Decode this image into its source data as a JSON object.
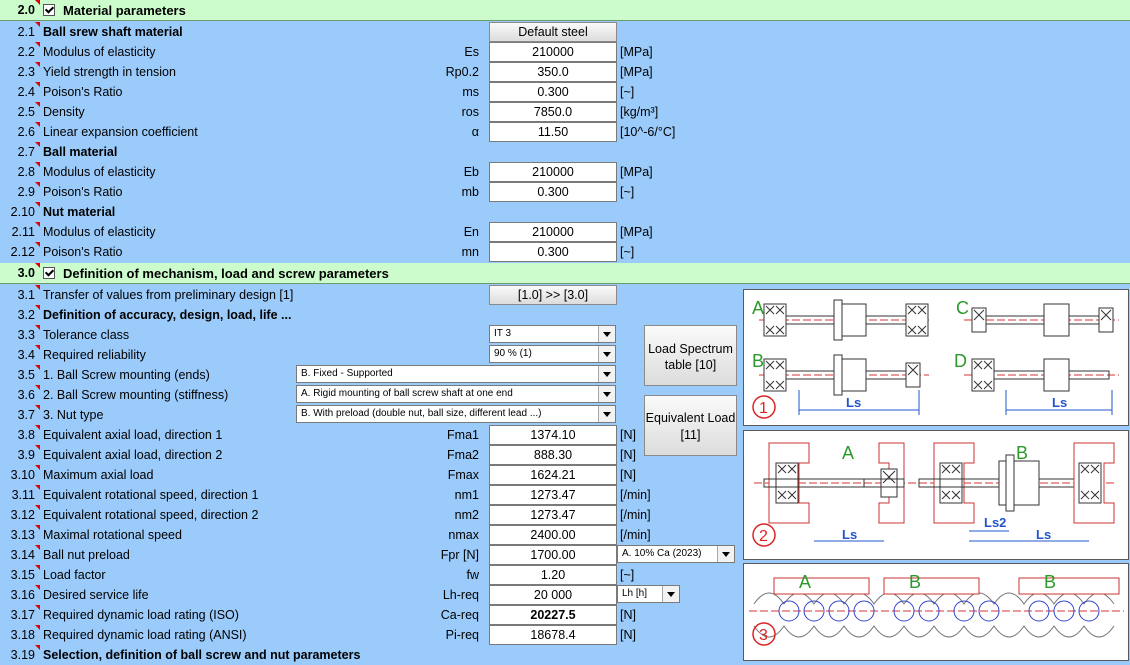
{
  "sec20": {
    "num": "2.0",
    "title": "Material parameters"
  },
  "r21": {
    "num": "2.1",
    "label": "Ball srew shaft material",
    "button": "Default steel"
  },
  "r22": {
    "num": "2.2",
    "label": "Modulus of elasticity",
    "sym": "Es",
    "val": "210000",
    "unit": "[MPa]"
  },
  "r23": {
    "num": "2.3",
    "label": "Yield strength in tension",
    "sym": "Rp0.2",
    "val": "350.0",
    "unit": "[MPa]"
  },
  "r24": {
    "num": "2.4",
    "label": "Poison's Ratio",
    "sym": "ms",
    "val": "0.300",
    "unit": "[~]"
  },
  "r25": {
    "num": "2.5",
    "label": "Density",
    "sym": "ros",
    "val": "7850.0",
    "unit": "[kg/m³]"
  },
  "r26": {
    "num": "2.6",
    "label": "Linear expansion coefficient",
    "sym": "α",
    "val": "11.50",
    "unit": "[10^-6/°C]"
  },
  "r27": {
    "num": "2.7",
    "label": "Ball material"
  },
  "r28": {
    "num": "2.8",
    "label": "Modulus of elasticity",
    "sym": "Eb",
    "val": "210000",
    "unit": "[MPa]"
  },
  "r29": {
    "num": "2.9",
    "label": "Poison's Ratio",
    "sym": "mb",
    "val": "0.300",
    "unit": "[~]"
  },
  "r210": {
    "num": "2.10",
    "label": "Nut material"
  },
  "r211": {
    "num": "2.11",
    "label": "Modulus of elasticity",
    "sym": "En",
    "val": "210000",
    "unit": "[MPa]"
  },
  "r212": {
    "num": "2.12",
    "label": "Poison's Ratio",
    "sym": "mn",
    "val": "0.300",
    "unit": "[~]"
  },
  "sec30": {
    "num": "3.0",
    "title": "Definition of mechanism, load and screw parameters"
  },
  "r31": {
    "num": "3.1",
    "label": "Transfer of values from preliminary design [1]",
    "button": "[1.0] >> [3.0]"
  },
  "r32": {
    "num": "3.2",
    "label": "Definition of accuracy, design, load, life ..."
  },
  "r33": {
    "num": "3.3",
    "label": "Tolerance class",
    "dd": "IT 3"
  },
  "r34": {
    "num": "3.4",
    "label": "Required reliability",
    "dd": "90 % (1)"
  },
  "r35": {
    "num": "3.5",
    "label": "1. Ball Screw mounting (ends)",
    "dd": "B. Fixed - Supported"
  },
  "r36": {
    "num": "3.6",
    "label": "2. Ball Screw mounting (stiffness)",
    "dd": "A. Rigid mounting of ball screw shaft at one end"
  },
  "r37": {
    "num": "3.7",
    "label": "3. Nut type",
    "dd": "B. With preload (double nut, ball size, different lead ...)"
  },
  "r38": {
    "num": "3.8",
    "label": "Equivalent axial load, direction 1",
    "sym": "Fma1",
    "val": "1374.10",
    "unit": "[N]"
  },
  "r39": {
    "num": "3.9",
    "label": "Equivalent axial load, direction 2",
    "sym": "Fma2",
    "val": "888.30",
    "unit": "[N]"
  },
  "r310": {
    "num": "3.10",
    "label": "Maximum axial load",
    "sym": "Fmax",
    "val": "1624.21",
    "unit": "[N]"
  },
  "r311": {
    "num": "3.11",
    "label": "Equivalent rotational speed, direction 1",
    "sym": "nm1",
    "val": "1273.47",
    "unit": "[/min]"
  },
  "r312": {
    "num": "3.12",
    "label": "Equivalent rotational speed, direction 2",
    "sym": "nm2",
    "val": "1273.47",
    "unit": "[/min]"
  },
  "r313": {
    "num": "3.13",
    "label": "Maximal rotational speed",
    "sym": "nmax",
    "val": "2400.00",
    "unit": "[/min]"
  },
  "r314": {
    "num": "3.14",
    "label": "Ball nut preload",
    "sym": "Fpr [N]",
    "val": "1700.00",
    "dd": "A. 10% Ca  (2023)"
  },
  "r315": {
    "num": "3.15",
    "label": "Load factor",
    "sym": "fw",
    "val": "1.20",
    "unit": "[~]"
  },
  "r316": {
    "num": "3.16",
    "label": "Desired service life",
    "sym": "Lh-req",
    "val": "20 000",
    "dd": "Lh [h]"
  },
  "r317": {
    "num": "3.17",
    "label": "Required dynamic load rating (ISO)",
    "sym": "Ca-req",
    "val": "20227.5",
    "unit": "[N]"
  },
  "r318": {
    "num": "3.18",
    "label": "Required dynamic load rating (ANSI)",
    "sym": "Pi-req",
    "val": "18678.4",
    "unit": "[N]"
  },
  "r319": {
    "num": "3.19",
    "label": "Selection, definition of ball screw and nut parameters"
  },
  "buttons": {
    "load_spectrum": "Load Spectrum table [10]",
    "equivalent_load": "Equivalent Load [11]"
  },
  "diagram1": {
    "labels": [
      "A",
      "B",
      "C",
      "D"
    ],
    "dim": "Ls",
    "badge": "1"
  },
  "diagram2": {
    "labels": [
      "A",
      "B"
    ],
    "dims": [
      "Ls",
      "Ls2",
      "Ls"
    ],
    "badge": "2"
  },
  "diagram3": {
    "labels": [
      "A",
      "B",
      "B"
    ],
    "badge": "3"
  }
}
